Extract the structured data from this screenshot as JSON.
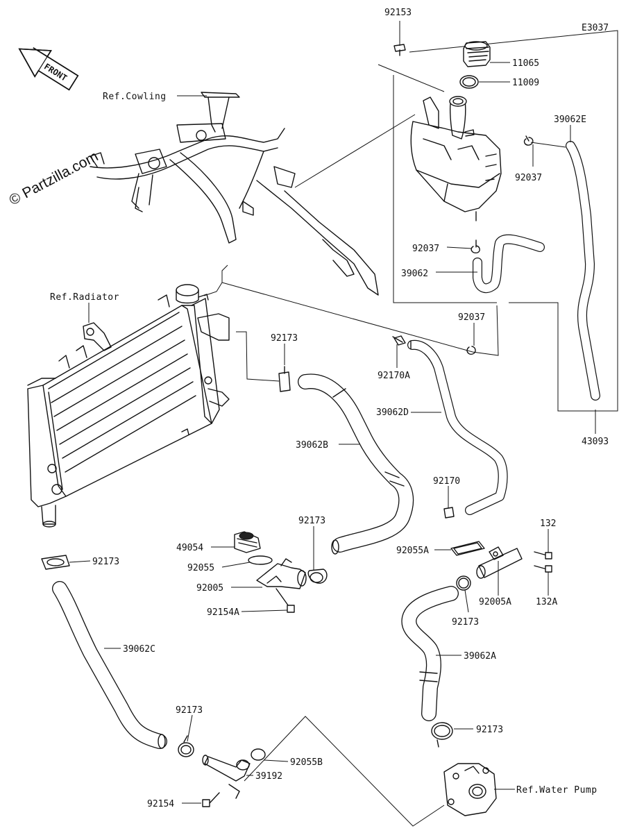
{
  "diagram_code": "E3037",
  "watermark": "© Partzilla.com",
  "front_arrow": "FRONT",
  "references": {
    "cowling": "Ref.Cowling",
    "radiator": "Ref.Radiator",
    "water_pump": "Ref.Water Pump"
  },
  "parts": {
    "p92153": "92153",
    "p11065": "11065",
    "p11009": "11009",
    "p39062E": "39062E",
    "p92037_top": "92037",
    "p92037_mid": "92037",
    "p39062": "39062",
    "p92037_low": "92037",
    "p92173_top": "92173",
    "p92170A": "92170A",
    "p39062D": "39062D",
    "p43093": "43093",
    "p39062B": "39062B",
    "p92170": "92170",
    "p92173_mid": "92173",
    "p49054": "49054",
    "p92055": "92055",
    "p92005": "92005",
    "p92154A": "92154A",
    "p92055A": "92055A",
    "p132": "132",
    "p132A": "132A",
    "p92005A": "92005A",
    "p92173_pipe": "92173",
    "p92173_left": "92173",
    "p39062C": "39062C",
    "p39062A": "39062A",
    "p92173_bl": "92173",
    "p92055B": "92055B",
    "p39192": "39192",
    "p92154": "92154",
    "p92173_br": "92173"
  }
}
